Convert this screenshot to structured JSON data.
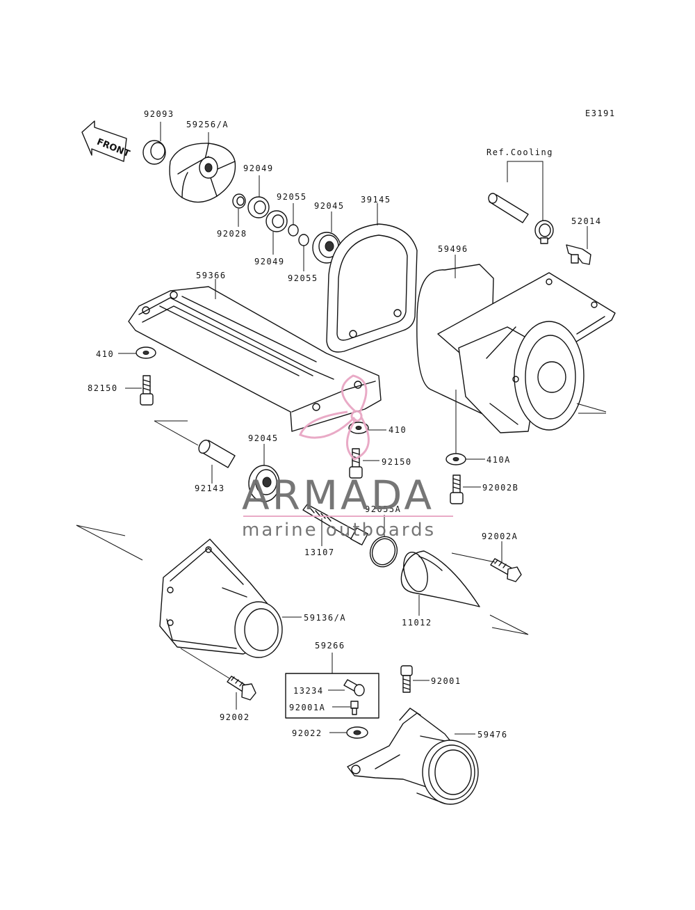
{
  "diagram_code": "E3191",
  "front_arrow_text": "FRONT",
  "ref_cooling": "Ref.Cooling",
  "watermark": {
    "brand": "ARMADA",
    "tagline": "marine outboards",
    "pink": "#e8a6c4",
    "gray": "#6f6f6f"
  },
  "parts": {
    "p92093": "92093",
    "p59256A": "59256/A",
    "p92049a": "92049",
    "p92055a": "92055",
    "p92045a": "92045",
    "p39145": "39145",
    "p92028": "92028",
    "p92049b": "92049",
    "p92055b": "92055",
    "p59366": "59366",
    "p59496": "59496",
    "p52014": "52014",
    "p410a": "410",
    "p82150": "82150",
    "p410b": "410",
    "p92150": "92150",
    "p92045b": "92045",
    "p92143": "92143",
    "p410A": "410A",
    "p92002B": "92002B",
    "p92055A": "92055A",
    "p13107": "13107",
    "p92002A": "92002A",
    "p59136A": "59136/A",
    "p11012": "11012",
    "p59266": "59266",
    "p13234": "13234",
    "p92001A": "92001A",
    "p92001": "92001",
    "p92002": "92002",
    "p92022": "92022",
    "p59476": "59476"
  }
}
